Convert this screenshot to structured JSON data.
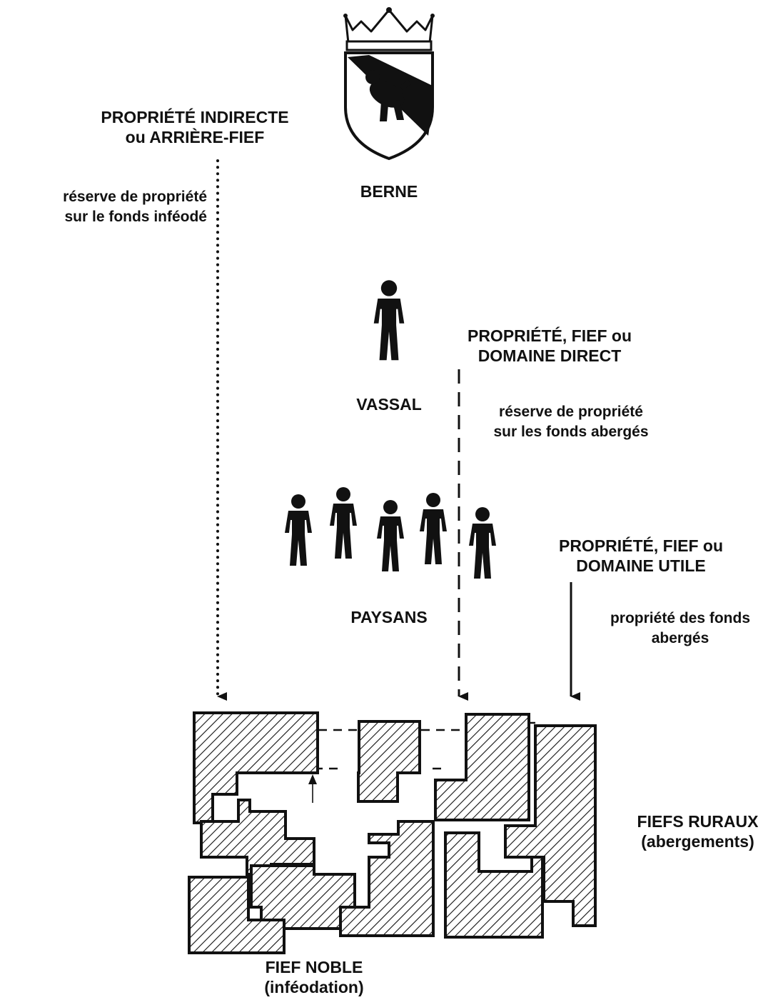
{
  "top": {
    "shield_label": "BERNE"
  },
  "indirect": {
    "title": [
      "PROPRIÉTÉ INDIRECTE",
      "ou ARRIÈRE-FIEF"
    ],
    "note": [
      "réserve de propriété",
      "sur le fonds inféodé"
    ]
  },
  "vassal": {
    "label": "VASSAL"
  },
  "direct": {
    "title": [
      "PROPRIÉTÉ, FIEF ou",
      "DOMAINE DIRECT"
    ],
    "note": [
      "réserve de propriété",
      "sur les fonds abergés"
    ]
  },
  "peasants": {
    "label": "PAYSANS"
  },
  "utile": {
    "title": [
      "PROPRIÉTÉ, FIEF ou",
      "DOMAINE UTILE"
    ],
    "note": [
      "propriété des fonds",
      "abergés"
    ]
  },
  "rural": {
    "title": [
      "FIEFS RURAUX",
      "(abergements)"
    ]
  },
  "noble": {
    "title": [
      "FIEF NOBLE",
      "(inféodation)"
    ]
  },
  "colors": {
    "ink": "#111111",
    "background": "#ffffff"
  }
}
